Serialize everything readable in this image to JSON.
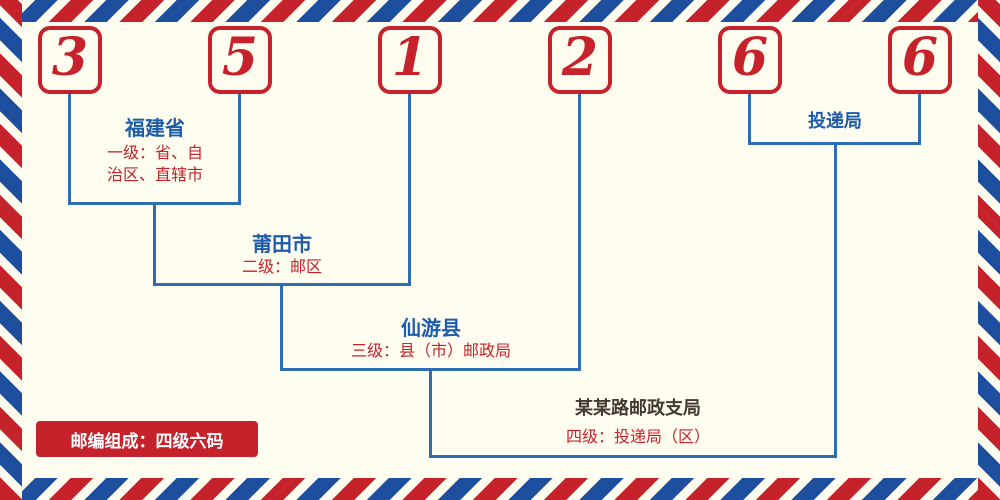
{
  "postal_code": {
    "digits": [
      "3",
      "5",
      "1",
      "2",
      "6",
      "6"
    ]
  },
  "levels": [
    {
      "name": "福建省",
      "desc": "一级：省、自\n治区、直辖市"
    },
    {
      "name": "莆田市",
      "desc": "二级：邮区"
    },
    {
      "name": "仙游县",
      "desc": "三级：县（市）邮政局"
    },
    {
      "name": "某某路邮政支局",
      "desc": "四级：投递局（区）"
    }
  ],
  "delivery_label": "投递局",
  "footer_badge": "邮编组成：四级六码",
  "colors": {
    "digit_red": "#c5222b",
    "line_blue": "#2e6db6",
    "label_blue": "#1c5cab",
    "desc_red": "#c5222b",
    "level4_name_dark": "#433a32",
    "background_ivory": "#fffdf0",
    "border_stripe_red": "#c5222b",
    "border_stripe_blue": "#1d4f9e"
  }
}
